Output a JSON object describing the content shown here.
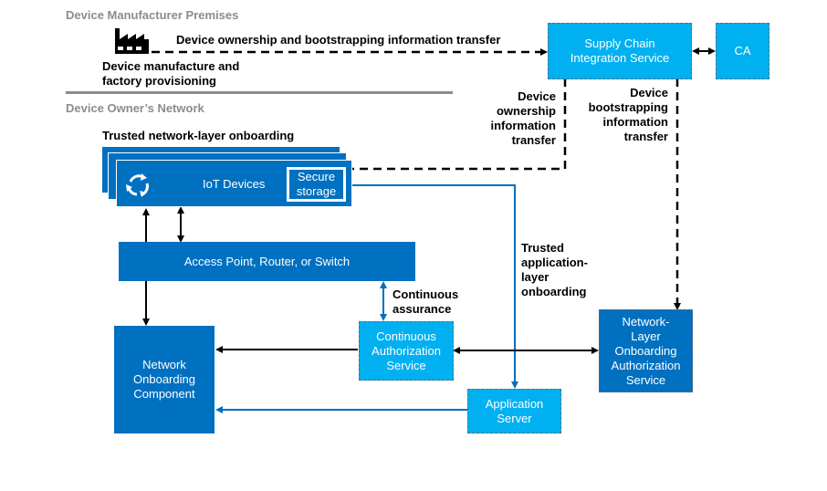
{
  "sections": {
    "manufacturer": "Device Manufacturer Premises",
    "owner": "Device Owner’s Network"
  },
  "labels": {
    "factory": "Device manufacture and factory provisioning",
    "factory_line1": "Device manufacture and",
    "factory_line2": "factory provisioning",
    "ownership_bootstrap_transfer": "Device ownership and bootstrapping information transfer",
    "ownership_transfer": [
      "Device",
      "ownership",
      "information",
      "transfer"
    ],
    "bootstrap_transfer": [
      "Device",
      "bootstrapping",
      "information",
      "transfer"
    ],
    "trusted_network_onboarding": "Trusted network-layer onboarding",
    "trusted_app_onboarding": [
      "Trusted",
      "application-",
      "layer",
      "onboarding"
    ],
    "continuous_assurance": [
      "Continuous",
      "assurance"
    ]
  },
  "nodes": {
    "supply_chain": [
      "Supply Chain",
      "Integration Service"
    ],
    "ca": "CA",
    "iot_devices": "IoT Devices",
    "secure_storage": [
      "Secure",
      "storage"
    ],
    "access_point": "Access Point, Router, or Switch",
    "network_onboarding": [
      "Network",
      "Onboarding",
      "Component"
    ],
    "continuous_auth": [
      "Continuous",
      "Authorization",
      "Service"
    ],
    "app_server": [
      "Application",
      "Server"
    ],
    "nl_onboarding_auth": [
      "Network-",
      "Layer",
      "Onboarding",
      "Authorization",
      "Service"
    ]
  },
  "icons": {
    "factory": "factory-icon",
    "cycle": "refresh-cycle-icon"
  },
  "colors": {
    "dark_blue": "#0070c0",
    "light_blue": "#00b0f0",
    "section_gray": "#8c8c8c"
  }
}
